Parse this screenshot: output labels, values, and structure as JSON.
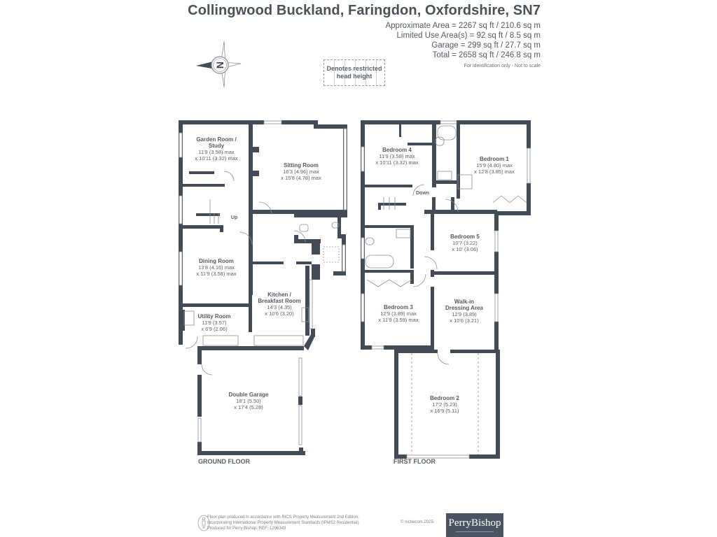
{
  "header": {
    "title": "Collingwood Buckland, Faringdon, Oxfordshire, SN7",
    "areas": [
      "Approximate Area = 2267 sq ft / 210.6 sq m",
      "Limited Use Area(s) = 92 sq ft / 8.5 sq m",
      "Garage = 299 sq ft / 27.7 sq m",
      "Total = 2658 sq ft / 246.8 sq m"
    ],
    "note": "For identification only - Not to scale"
  },
  "compass": {
    "icon": "compass-north-icon",
    "letter": "N"
  },
  "legend": {
    "line1": "Denotes restricted",
    "line2": "head height"
  },
  "ground_floor": {
    "label": "GROUND FLOOR",
    "stairs": "Up",
    "rooms": [
      {
        "name_lines": [
          "Garden Room /",
          "Study"
        ],
        "dims": [
          "11'9 (3.58) max",
          "x 10'11 (3.32) max"
        ]
      },
      {
        "name_lines": [
          "Sitting Room"
        ],
        "dims": [
          "16'3 (4.96) max",
          "x 15'8 (4.78) max"
        ]
      },
      {
        "name_lines": [
          "Dining Room"
        ],
        "dims": [
          "13'8 (4.16) max",
          "x 11'9 (3.58) max"
        ]
      },
      {
        "name_lines": [
          "Kitchen /",
          "Breakfast Room"
        ],
        "dims": [
          "14'3 (4.35)",
          "x 10'6 (3.20)"
        ]
      },
      {
        "name_lines": [
          "Utility Room"
        ],
        "dims": [
          "11'9 (3.57)",
          "x 6'9 (2.06)"
        ]
      },
      {
        "name_lines": [
          "Double Garage"
        ],
        "dims": [
          "18'1 (5.50)",
          "x 17'4 (5.28)"
        ]
      }
    ]
  },
  "first_floor": {
    "label": "FIRST FLOOR",
    "stairs": "Down",
    "rooms": [
      {
        "name_lines": [
          "Bedroom 4"
        ],
        "dims": [
          "11'9 (3.58) max",
          "x 10'11 (3.32) max"
        ]
      },
      {
        "name_lines": [
          "Bedroom 1"
        ],
        "dims": [
          "15'9 (4.80) max",
          "x 12'8 (3.85) max"
        ]
      },
      {
        "name_lines": [
          "Bedroom 5"
        ],
        "dims": [
          "10'7 (3.22)",
          "x 10' (3.06)"
        ]
      },
      {
        "name_lines": [
          "Bedroom 3"
        ],
        "dims": [
          "12'9 (3.89) max",
          "x 11'9 (3.59) max"
        ]
      },
      {
        "name_lines": [
          "Walk-in",
          "Dressing Area"
        ],
        "dims": [
          "12'9 (3.89)",
          "x 10'6 (3.21)"
        ]
      },
      {
        "name_lines": [
          "Bedroom 2"
        ],
        "dims": [
          "17'2 (5.23)",
          "x 16'9 (5.11)"
        ]
      }
    ]
  },
  "footer": {
    "lines": [
      "Floor plan produced in accordance with RICS Property Measurement 2nd Edition,",
      "Incorporating International Property Measurement Standards (IPMS2 Residential).",
      "Produced for Perry Bishop.   REF: 1296343"
    ],
    "copyright": "© nichecom 2025.",
    "brand": "PerryBishop"
  },
  "colors": {
    "wall": "#434c56",
    "text": "#4b5158",
    "brand_bg": "#4a5360"
  }
}
